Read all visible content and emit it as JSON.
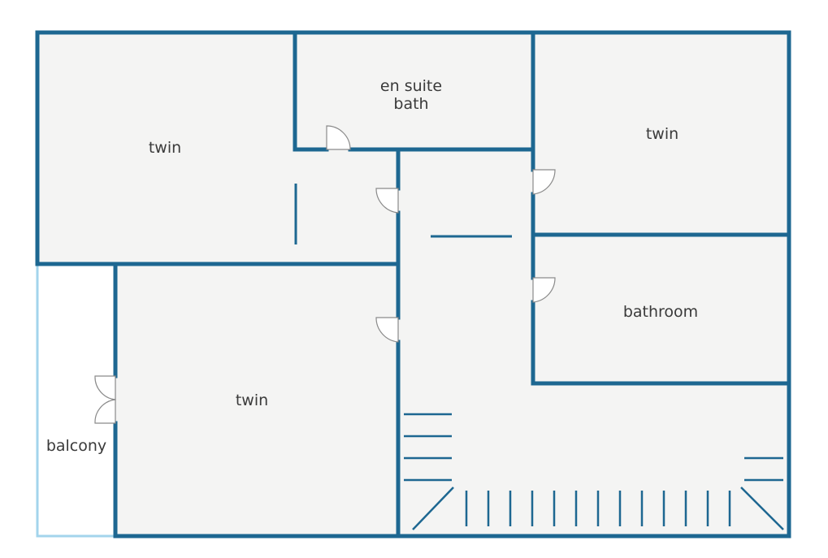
{
  "rooms": {
    "twin_top_left": "twin",
    "en_suite_line1": "en suite",
    "en_suite_line2": "bath",
    "twin_top_right": "twin",
    "bathroom": "bathroom",
    "twin_bottom_left": "twin",
    "balcony": "balcony"
  },
  "colors": {
    "wall": "#1d6791",
    "balcony_edge": "#a3d4ec",
    "floor": "#f4f4f3",
    "door": "#8a8a8a",
    "label": "#3a3a3a"
  }
}
